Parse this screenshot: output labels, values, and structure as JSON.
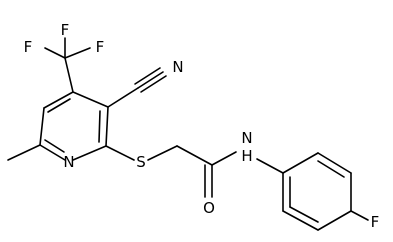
{
  "diagram": {
    "type": "chemical-structure",
    "atom_labels": {
      "f_top_left": "F",
      "f_top_right": "F",
      "f_middle": "F",
      "nitrile_nitrogen": "N",
      "ring_nitrogen": "N",
      "sulfur": "S",
      "amide_nitrogen_h": "N\nH",
      "amide_oxygen": "O",
      "para_fluorine": "F"
    },
    "colors": {
      "bond": "#000000",
      "label": "#000000",
      "background": "#ffffff"
    }
  }
}
